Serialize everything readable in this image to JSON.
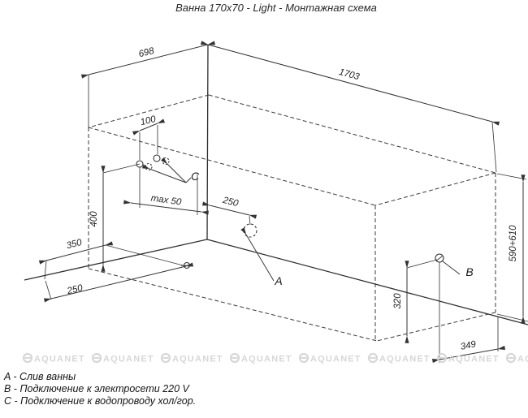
{
  "title": "Ванна 170x70 - Light - Монтажная схема",
  "diagram": {
    "dims": {
      "top_width": "698",
      "top_length": "1703",
      "c_spacing": "100",
      "c_max_offset": "max 50",
      "drain_from_corner": "250",
      "c_height": "400",
      "floor_side": "350",
      "floor_front": "250",
      "b_height": "320",
      "b_from_edge": "349",
      "tub_height_range": "590+610"
    },
    "point_labels": {
      "drain": "A",
      "power": "B",
      "water": "C"
    }
  },
  "legend": {
    "items": [
      "A - Слив ванны",
      "B - Подключение к электросети 220 V",
      "C - Подключение к водопроводу хол/гор."
    ]
  },
  "watermark": {
    "text": "AQUANET"
  }
}
